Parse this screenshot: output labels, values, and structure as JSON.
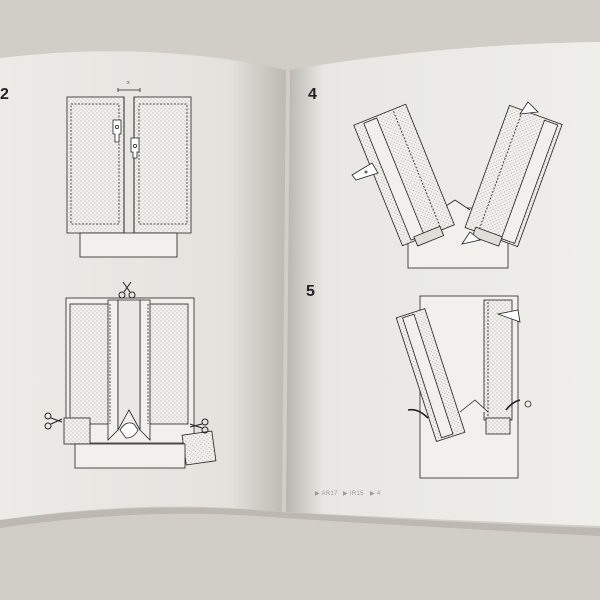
{
  "book": {
    "left_page": {
      "step_label": "2",
      "dimension_label": "x"
    },
    "right_page": {
      "step_labels": [
        "4",
        "5"
      ]
    },
    "footer": [
      "▶ AR17",
      "▶ IR15",
      "▶ 4"
    ]
  }
}
